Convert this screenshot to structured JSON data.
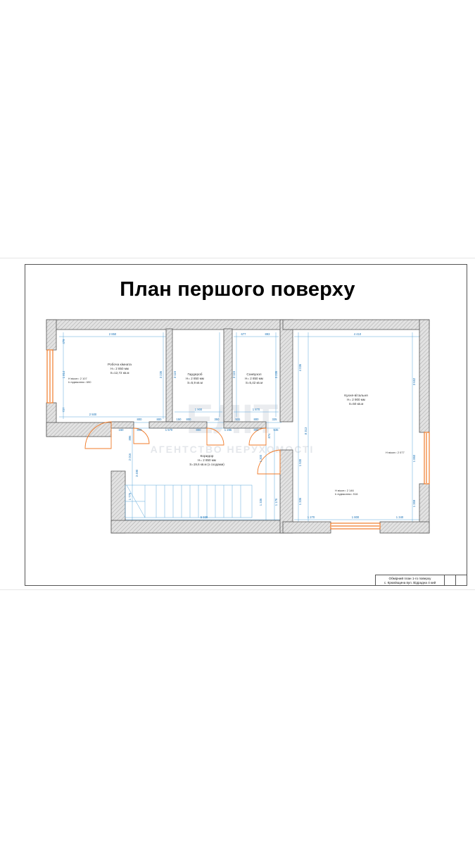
{
  "title": "План першого поверху",
  "rooms": [
    {
      "name": "Робоча кімната",
      "height": "H= 2 850 мм",
      "area": "S=12,72 кв.м"
    },
    {
      "name": "Гардероб",
      "height": "H= 2 850 мм",
      "area": "S=5,9 кв.м"
    },
    {
      "name": "Санвузол",
      "height": "H= 2 850 мм",
      "area": "S=5,42 кв.м"
    },
    {
      "name": "Кухня-вітальня",
      "height": "H= 2 900 мм",
      "area": "S=50 кв.м"
    },
    {
      "name": "Коридор",
      "height": "H= 2 850 мм",
      "area": "S=19,6 кв.м (з сходами)"
    }
  ],
  "window_notes": [
    {
      "line1": "H вікон= 2 107",
      "line2": "h підвіконня= 690"
    },
    {
      "line1": "H вікон= 2 077",
      "line2": ""
    },
    {
      "line1": "H вікон= 2 146",
      "line2": "h підвіконня= 516"
    }
  ],
  "dimensions": {
    "work_top": "2 850",
    "work_bottom": "2 500",
    "work_left_1": "479",
    "work_left_2": "1 814",
    "work_left_3": "727",
    "work_right": "3 235",
    "ward_right": "3 116",
    "ward_bottom": "1 900",
    "bath_top_1": "677",
    "bath_top_2": "893",
    "bath_left": "3 116",
    "bath_right": "3 235",
    "bath_bottom": "1 870",
    "wall_gap_1": "800",
    "wall_gap_2": "800",
    "wall_gap_3": "150",
    "wall_gap_4": "800",
    "wall_gap_5": "350",
    "wall_gap_6": "531",
    "wall_gap_7": "800",
    "wall_gap_8": "325",
    "kitchen_top": "4 410",
    "kitchen_left_1": "4 036",
    "kitchen_left_2": "8 313",
    "kitchen_right": "3 652",
    "kitchen_right_2": "1 860",
    "kitchen_right_3": "1 359",
    "kitchen_bottom_1": "1 270",
    "kitchen_bottom_2": "1 800",
    "kitchen_bottom_3": "1 340",
    "kitchen_inner_1": "1 530",
    "kitchen_inner_2": "1 336",
    "corr_top_1": "150",
    "corr_top_2": "800",
    "corr_top_3": "1 570",
    "corr_top_4": "800",
    "corr_top_5": "1 285",
    "corr_top_6": "800",
    "corr_top_7": "535",
    "corr_left_1": "2 016",
    "corr_left_2": "3 490",
    "corr_left_3": "1 776",
    "corr_left_4": "896",
    "corr_mid_1": "1 300",
    "corr_mid_2": "1 336",
    "corr_mid_3": "1 176",
    "corr_mid_4": "874",
    "corr_bottom": "5 930"
  },
  "watermark": {
    "brand": "ЕЛІТ",
    "tagline": "АГЕНТСТВО НЕРУХОМОСТІ"
  },
  "title_block": {
    "line1": "Обмірний план 1-го поверху",
    "line2": "с. Крюківщина вул. Відрадна 4 кий"
  },
  "colors": {
    "wall_fill": "#d6d6d6",
    "wall_stroke": "#555555",
    "dimension": "#1a73b8",
    "door_window": "#f07b2a"
  }
}
